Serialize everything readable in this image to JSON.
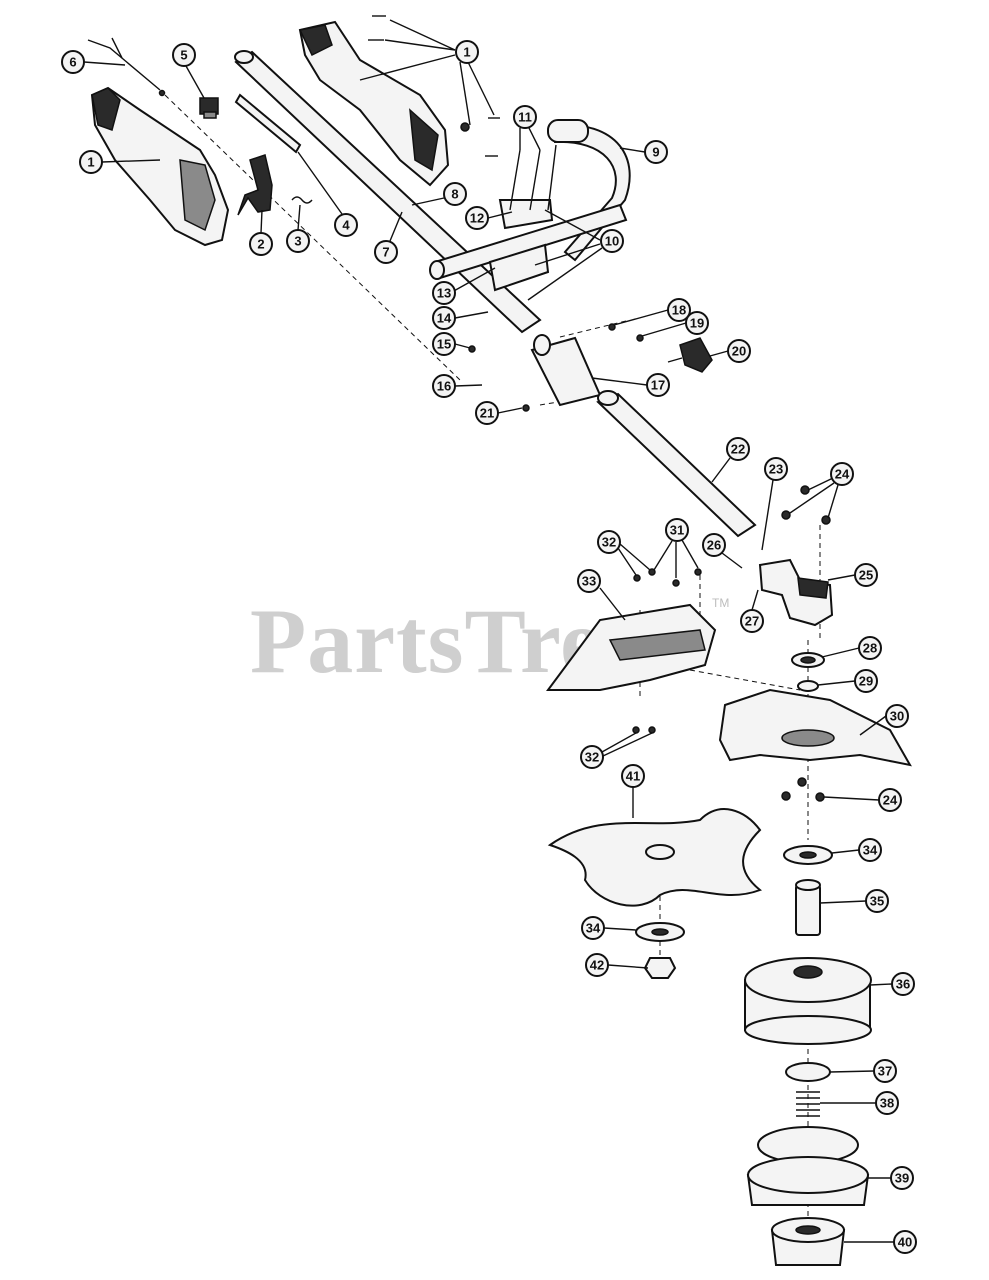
{
  "watermark": "PartsTree",
  "watermark_tm": "TM",
  "callouts": [
    "1",
    "1",
    "2",
    "3",
    "4",
    "5",
    "6",
    "7",
    "8",
    "9",
    "10",
    "11",
    "12",
    "13",
    "14",
    "15",
    "16",
    "17",
    "18",
    "19",
    "20",
    "21",
    "22",
    "23",
    "24",
    "24",
    "25",
    "26",
    "27",
    "28",
    "29",
    "30",
    "31",
    "32",
    "32",
    "33",
    "34",
    "34",
    "35",
    "36",
    "37",
    "38",
    "39",
    "40",
    "41",
    "42"
  ]
}
